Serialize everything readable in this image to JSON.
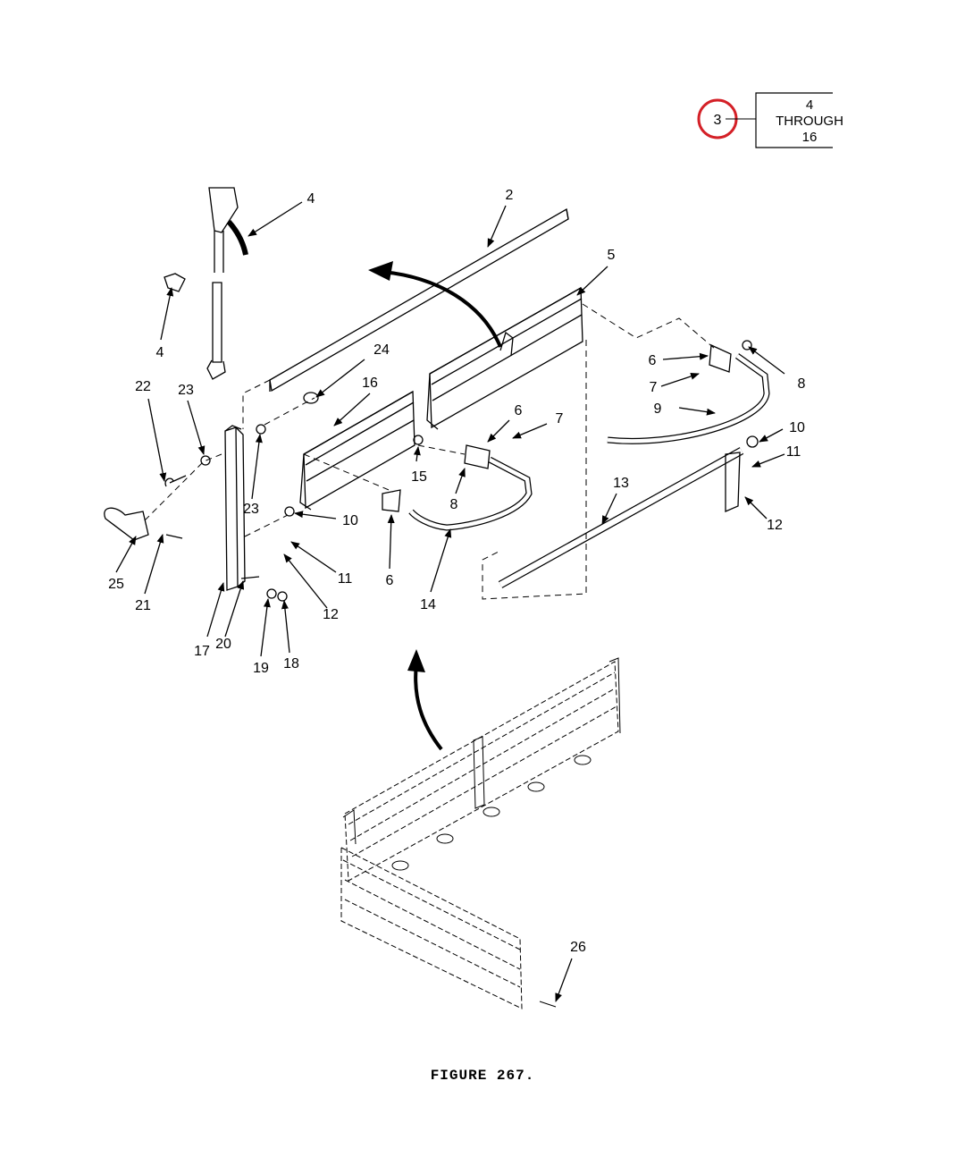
{
  "legend": {
    "circled": "3",
    "line1": "4",
    "line2": "THROUGH",
    "line3": "16",
    "circle_color": "#d42027"
  },
  "callouts": {
    "c4a": "4",
    "c4b": "4",
    "c2": "2",
    "c5": "5",
    "c24": "24",
    "c16": "16",
    "c22": "22",
    "c23a": "23",
    "c23b": "23",
    "c15": "15",
    "c6a": "6",
    "c7a": "7",
    "c8a": "8",
    "c6b": "6",
    "c7b": "7",
    "c8b": "8",
    "c9": "9",
    "c10a": "10",
    "c10b": "10",
    "c11a": "11",
    "c11b": "11",
    "c12a": "12",
    "c12b": "12",
    "c13": "13",
    "c14": "14",
    "c6c": "6",
    "c25": "25",
    "c21": "21",
    "c17": "17",
    "c20": "20",
    "c19": "19",
    "c18": "18",
    "c26": "26"
  },
  "caption": "FIGURE 267."
}
